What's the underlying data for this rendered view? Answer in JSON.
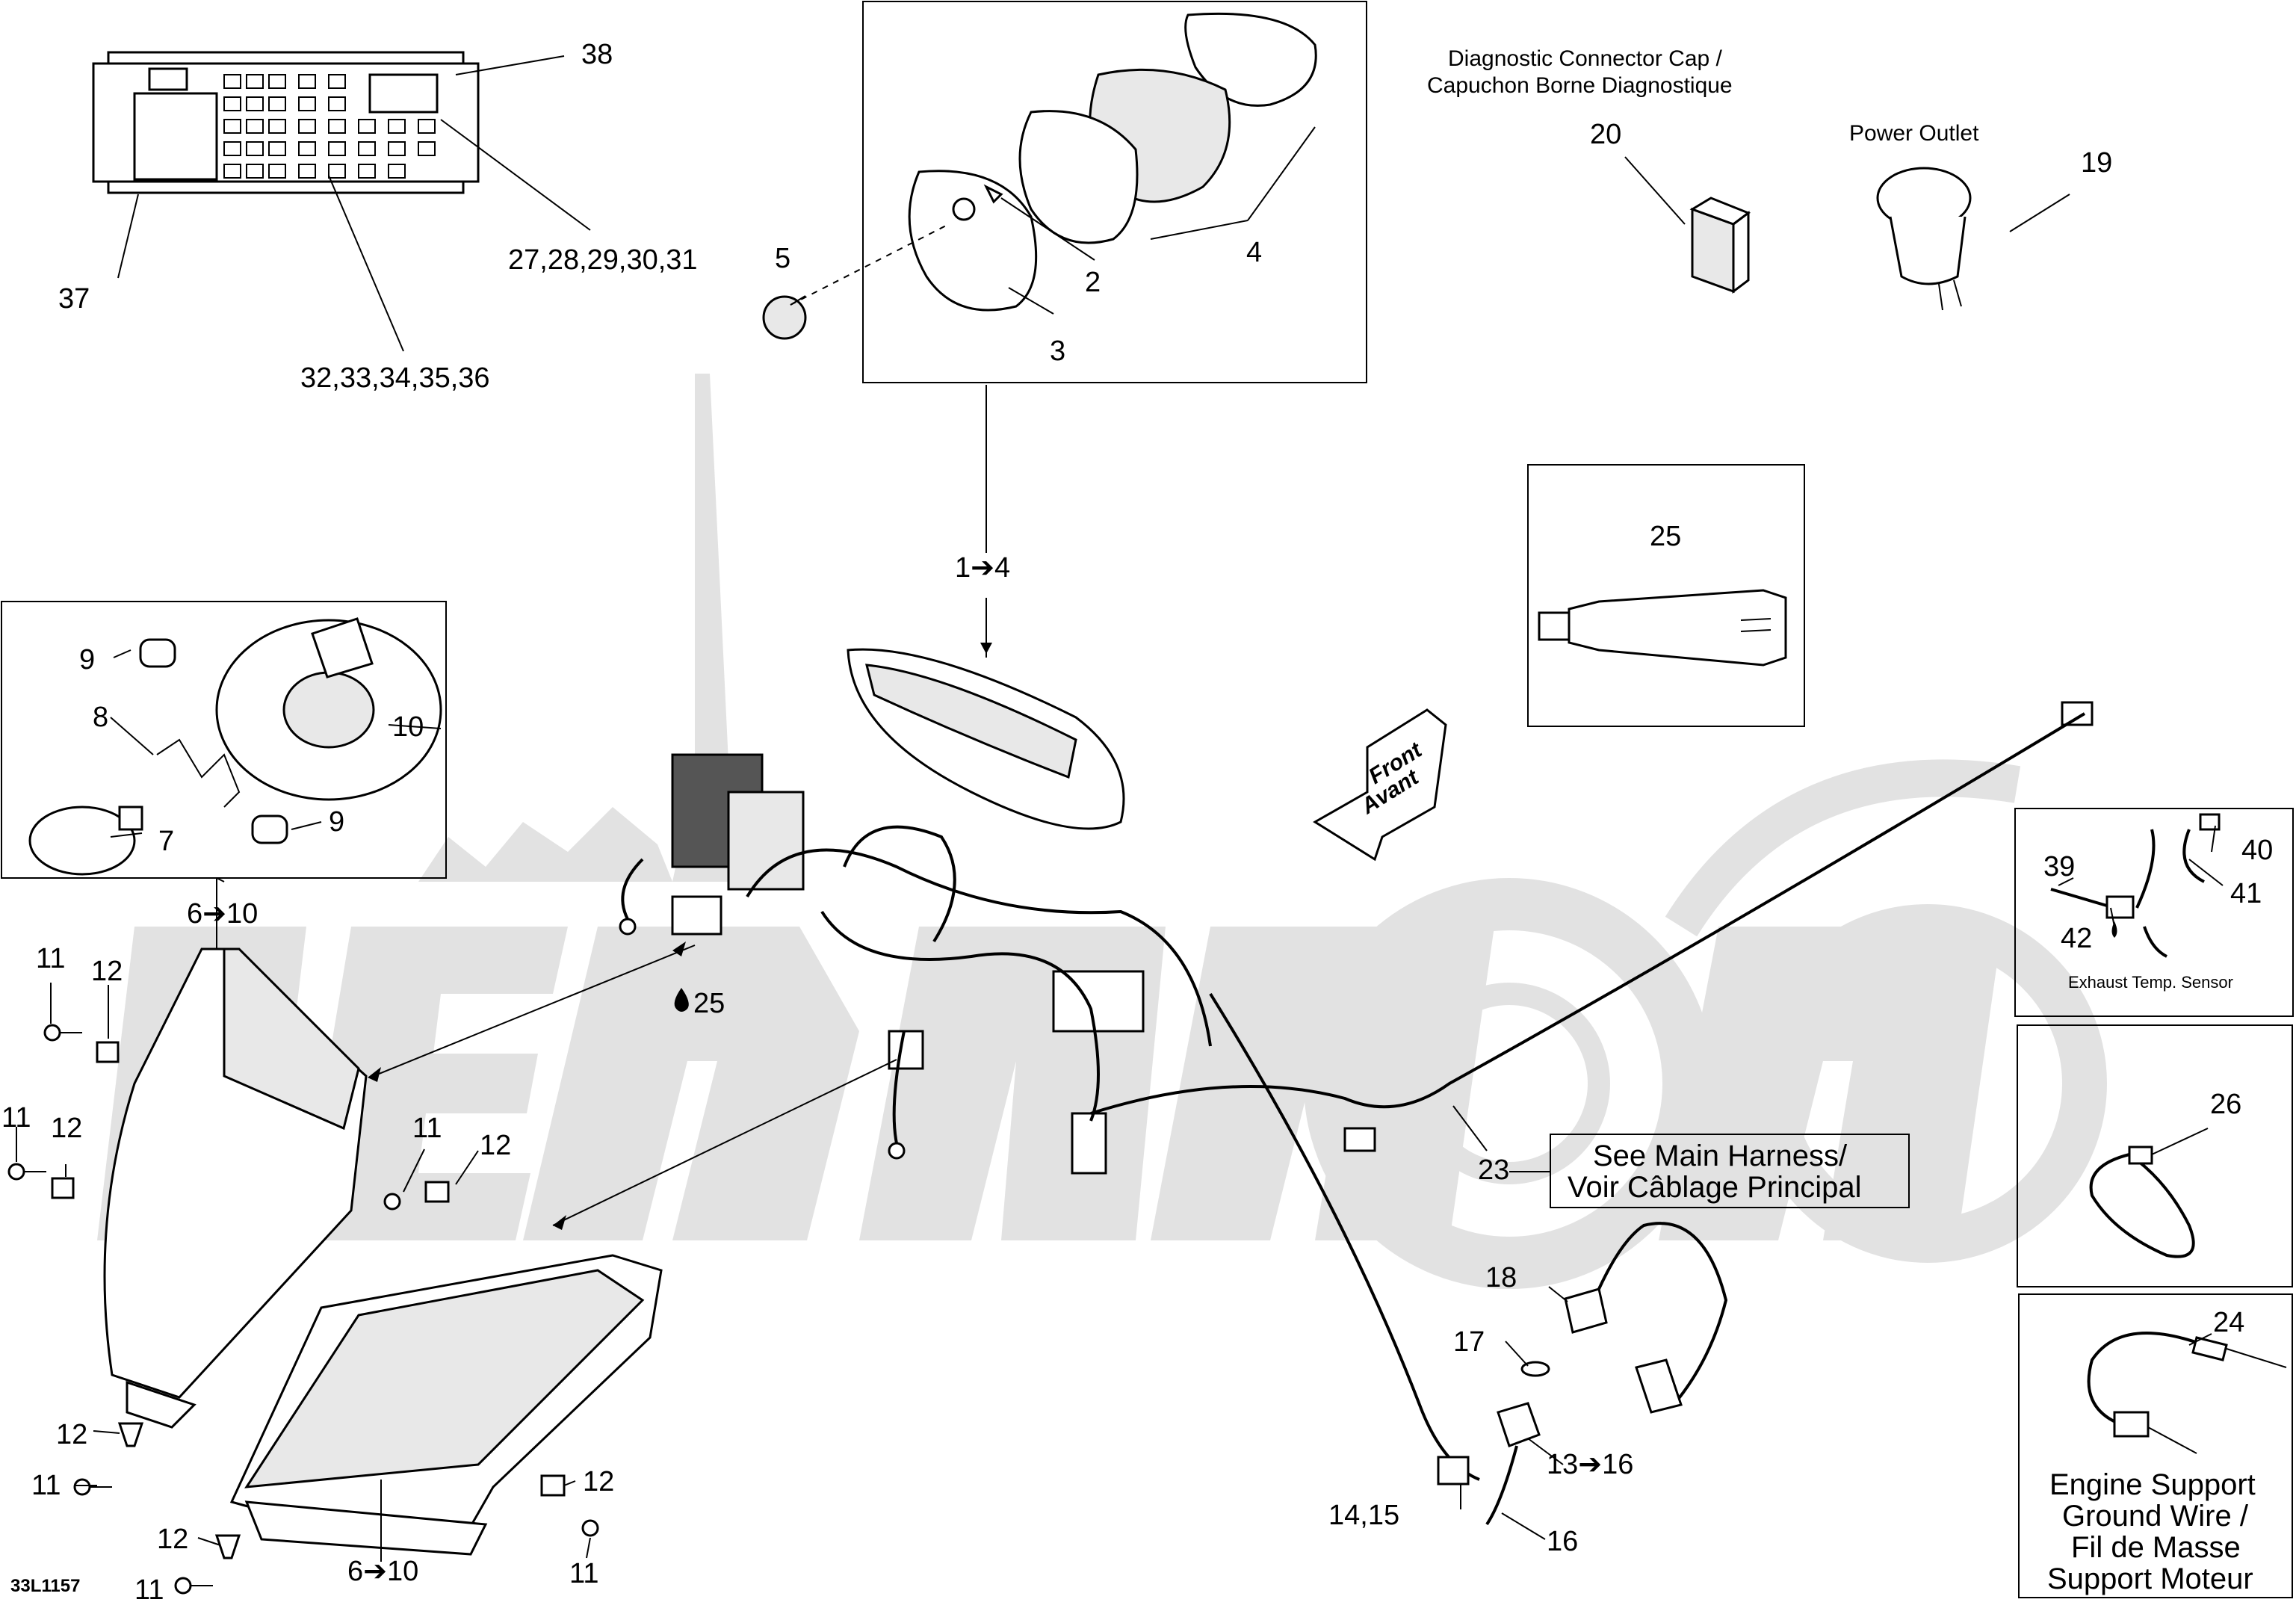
{
  "diagram_code": "33L1157",
  "labels": {
    "l38": "38",
    "l37": "37",
    "l27_31": "27,28,29,30,31",
    "l32_36": "32,33,34,35,36",
    "l5": "5",
    "l2": "2",
    "l3": "3",
    "l4": "4",
    "l20": "20",
    "l19": "19",
    "l1_4": "1➔4",
    "l25_box": "25",
    "l25_drop": "25",
    "l9a": "9",
    "l9b": "9",
    "l8": "8",
    "l10": "10",
    "l7": "7",
    "l6_10_top": "6➔10",
    "l6_10_bot": "6➔10",
    "l11a": "11",
    "l12a": "12",
    "l11b": "11",
    "l12b": "12",
    "l11c": "11",
    "l12c": "12",
    "l12d": "12",
    "l11d": "11",
    "l12e": "12",
    "l11e": "11",
    "l12f": "12",
    "l11f": "11",
    "l39": "39",
    "l40": "40",
    "l41": "41",
    "l42": "42",
    "l26": "26",
    "l24": "24",
    "l23": "23",
    "l18": "18",
    "l17": "17",
    "l13_16": "13➔16",
    "l14_15": "14,15",
    "l16": "16"
  },
  "captions": {
    "diag_cap_line1": "Diagnostic Connector Cap /",
    "diag_cap_line2": "Capuchon Borne Diagnostique",
    "power_outlet": "Power Outlet",
    "exhaust_temp": "Exhaust Temp. Sensor",
    "main_harness_line1": "See Main Harness/",
    "main_harness_line2": "Voir Câblage Principal",
    "ground_line1": "Engine Support",
    "ground_line2": "Ground Wire /",
    "ground_line3": "Fil de Masse",
    "ground_line4": "Support Moteur",
    "front_line1": "Front",
    "front_line2": "Avant"
  },
  "colors": {
    "ink": "#000000",
    "watermark": "#e2e2e2",
    "paper": "#ffffff"
  }
}
